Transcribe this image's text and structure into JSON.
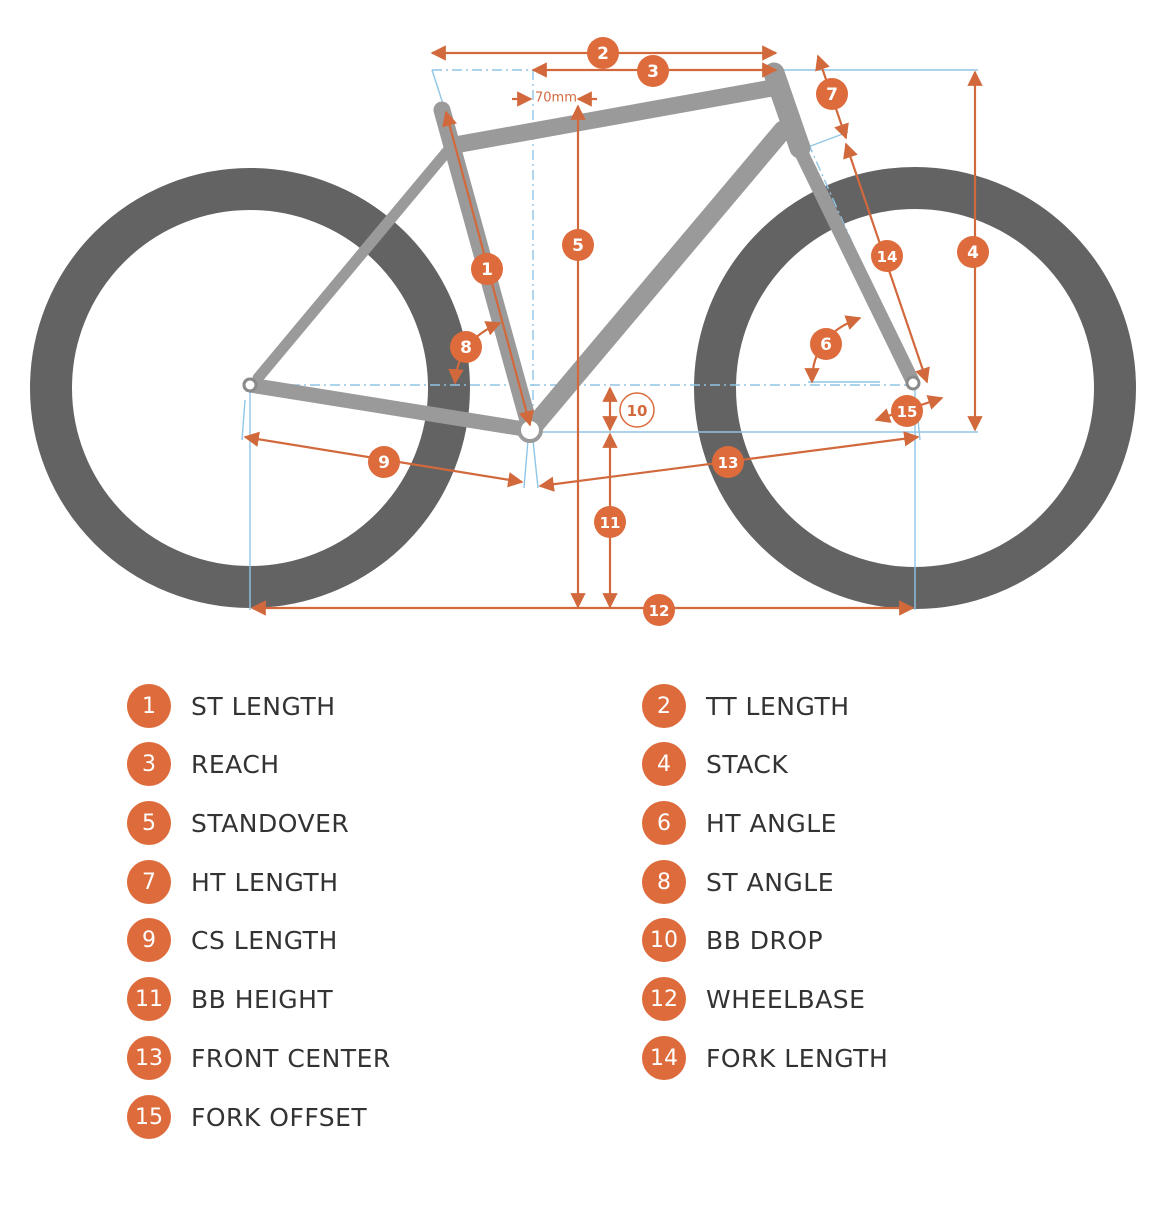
{
  "colors": {
    "accent": "#dd6b3b",
    "tire": "#636363",
    "frame": "#9a9a9a",
    "guide": "#8fc6e6",
    "text": "#333333"
  },
  "diagram": {
    "offset_label": "70mm",
    "badges": [
      "1",
      "2",
      "3",
      "4",
      "5",
      "6",
      "7",
      "8",
      "9",
      "10",
      "11",
      "12",
      "13",
      "14",
      "15"
    ]
  },
  "legend": [
    {
      "num": "1",
      "label": "ST LENGTH"
    },
    {
      "num": "2",
      "label": "TT LENGTH"
    },
    {
      "num": "3",
      "label": "REACH"
    },
    {
      "num": "4",
      "label": "STACK"
    },
    {
      "num": "5",
      "label": "STANDOVER"
    },
    {
      "num": "6",
      "label": "HT ANGLE"
    },
    {
      "num": "7",
      "label": "HT LENGTH"
    },
    {
      "num": "8",
      "label": "ST ANGLE"
    },
    {
      "num": "9",
      "label": "CS LENGTH"
    },
    {
      "num": "10",
      "label": "BB DROP"
    },
    {
      "num": "11",
      "label": "BB HEIGHT"
    },
    {
      "num": "12",
      "label": "WHEELBASE"
    },
    {
      "num": "13",
      "label": "FRONT CENTER"
    },
    {
      "num": "14",
      "label": "FORK LENGTH"
    },
    {
      "num": "15",
      "label": "FORK OFFSET"
    }
  ]
}
